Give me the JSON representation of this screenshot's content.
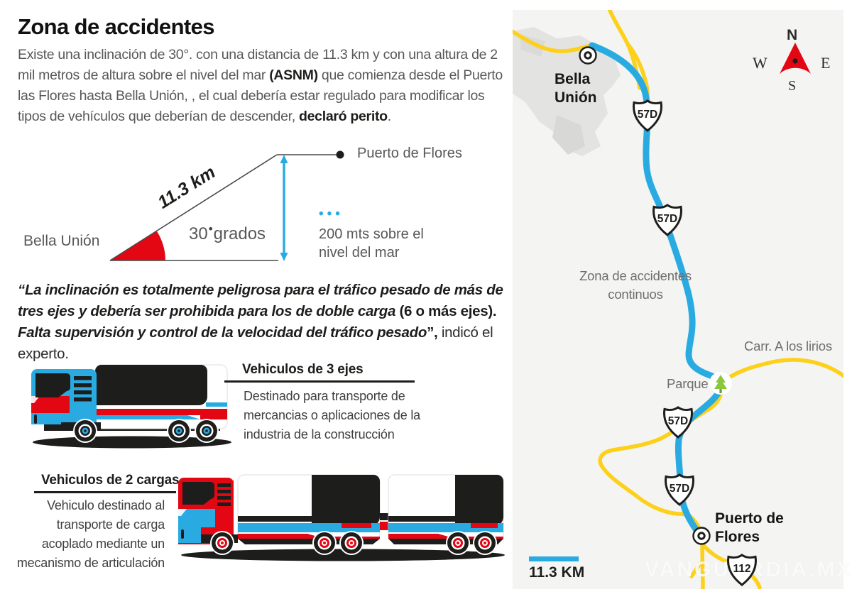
{
  "title": "Zona de accidentes",
  "intro": {
    "t1": "Existe una inclinación de 30°. con una distancia de 11.3 km y con una altura de 2 mil metros de altura sobre el nivel del mar ",
    "b1": "(ASNM)",
    "t2": " que comienza desde el Puerto las Flores hasta Bella Unión, , el cual debería estar regulado para modificar los tipos de vehículos que deberían de descender, ",
    "b2": "declaró perito",
    "t3": "."
  },
  "diagram": {
    "distance_label": "11.3 km",
    "angle_value": "30",
    "angle_dot": "•",
    "angle_word": "grados",
    "start_label": "Bella Unión",
    "end_label": "Puerto de Flores",
    "dots": "•••",
    "altitude_label": "200 mts sobre el nivel del mar"
  },
  "quote": {
    "q1": "“La inclinación es totalmente peligrosa para el tráfico pesado de más de tres ejes y debería ser prohibida para los de doble carga ",
    "q2": "(6 o más ejes).",
    "q3": " Falta supervisión y control de la velocidad del tráfico pesado",
    "q4": "”,",
    "q5": " indicó el experto."
  },
  "vehicles": {
    "three_axles": {
      "heading": "Vehiculos de 3 ejes",
      "description": "Destinado para transporte de mercancias o aplicaciones de la industria de la construcción"
    },
    "two_cargo": {
      "heading": "Vehiculos de 2 cargas",
      "description": "Vehiculo destinado al transporte de carga acoplado mediante un mecanismo de articulación"
    }
  },
  "map": {
    "city_start": "Bella Unión",
    "city_end": "Puerto de Flores",
    "zone_label": "Zona de accidentes continuos",
    "road_label": "Carr. A los lirios",
    "park_label": "Parque",
    "shields": {
      "s1": "57D",
      "s2": "57D",
      "s3": "57D",
      "s4": "57D",
      "s5": "112"
    },
    "legend": "11.3 KM",
    "compass": {
      "n": "N",
      "w": "W",
      "e": "E",
      "s": "S"
    },
    "watermark": "VANGUARDIA.MX"
  },
  "colors": {
    "red": "#e30613",
    "blue": "#29abe2",
    "yellow": "#fdd019",
    "black": "#1d1d1b",
    "gray_text": "#58585a",
    "map_bg": "#f4f4f2"
  }
}
